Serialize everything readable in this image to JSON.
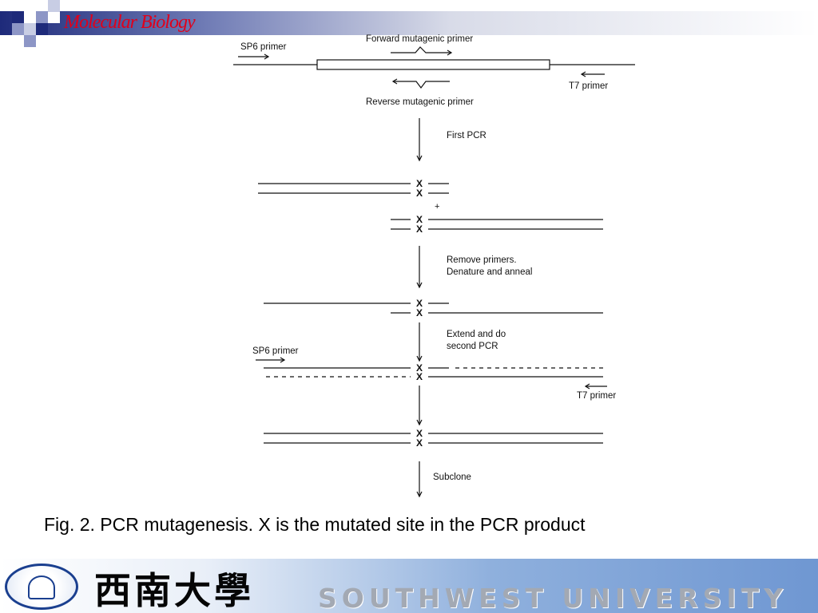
{
  "header": {
    "title": "Molecular Biology",
    "title_color": "#e0001b",
    "bar_color": "#1e2a7a"
  },
  "diagram": {
    "labels": {
      "sp6_primer_top": "SP6 primer",
      "forward_primer": "Forward mutagenic primer",
      "t7_primer_top": "T7 primer",
      "reverse_primer": "Reverse mutagenic primer",
      "step1": "First PCR",
      "plus": "+",
      "step2_line1": "Remove primers.",
      "step2_line2": "Denature and anneal",
      "step3_line1": "Extend and do",
      "step3_line2": "second PCR",
      "sp6_primer_bottom": "SP6 primer",
      "t7_primer_bottom": "T7 primer",
      "step4": "Subclone"
    },
    "mutation_mark": "X"
  },
  "caption": "Fig. 2. PCR mutagenesis. X is the mutated site in the PCR product",
  "footer": {
    "university_cn": "西南大學",
    "university_en": "SOUTHWEST UNIVERSITY",
    "emblem_icon": "university-emblem-icon"
  }
}
